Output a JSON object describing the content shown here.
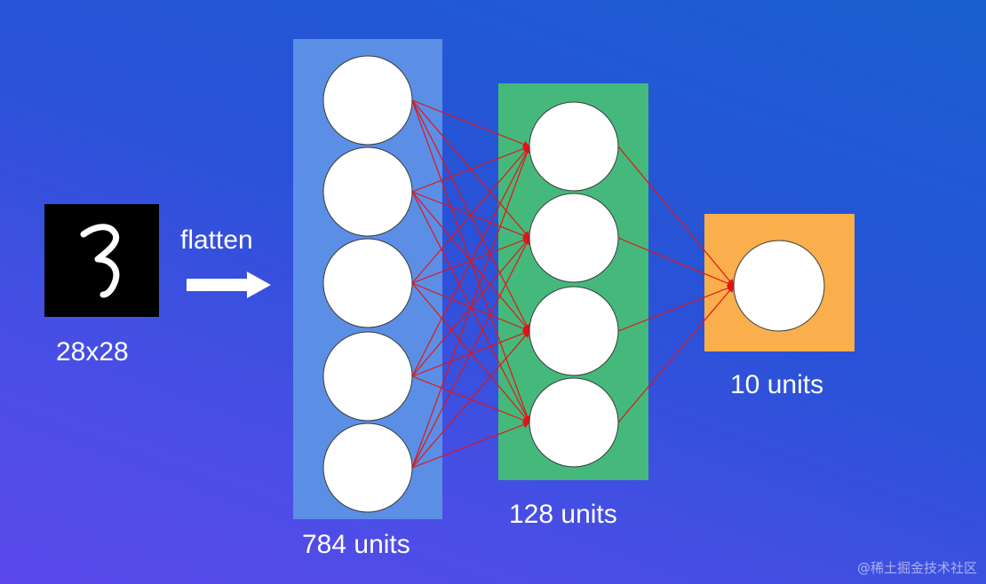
{
  "input": {
    "size_label": "28x28",
    "digit_glyph": "3"
  },
  "flatten": {
    "label": "flatten",
    "arrow_icon": "right-arrow-icon"
  },
  "layers": [
    {
      "label": "784 units",
      "color": "#5b8fe6",
      "neurons": 5
    },
    {
      "label": "128 units",
      "color": "#45b97c",
      "neurons": 4
    },
    {
      "label": "10 units",
      "color": "#fbae4c",
      "neurons": 1
    }
  ],
  "connection_color": "#e01515",
  "watermark": "@稀土掘金技术社区"
}
